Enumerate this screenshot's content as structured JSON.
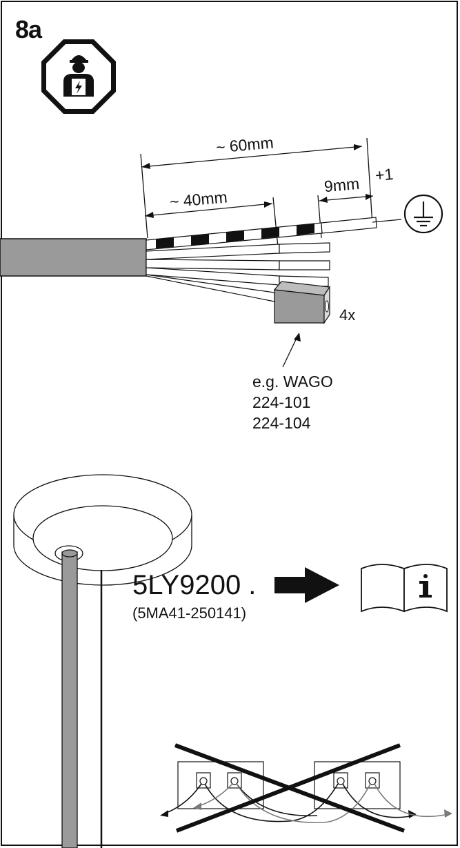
{
  "step_label": "8a",
  "dimensions": {
    "total_strip": "~ 60mm",
    "sheath_strip": "~ 40mm",
    "wire_strip": "9mm",
    "wire_strip_tolerance": "+1"
  },
  "connector": {
    "quantity": "4x",
    "example_lines": [
      "e.g. WAGO",
      "224-101",
      "224-104"
    ]
  },
  "product": {
    "model": "5LY9200 .",
    "code": "(5MA41-250141)"
  },
  "icons": [
    "electrician-warning-icon",
    "ground-symbol-icon",
    "info-manual-icon",
    "arrow-right-icon"
  ]
}
